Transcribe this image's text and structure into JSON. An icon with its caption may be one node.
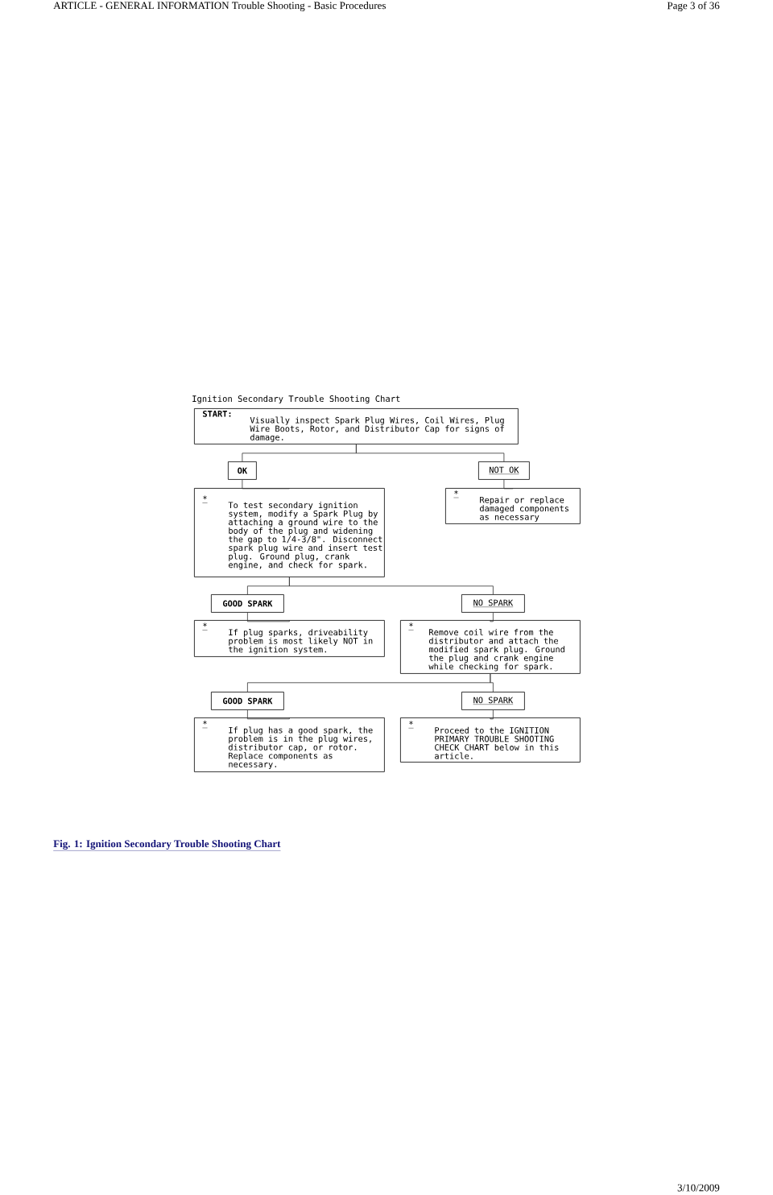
{
  "diagram": {
    "title": "Ignition Secondary Trouble Shooting Chart",
    "caption": "Fig. 1: Ignition Secondary Trouble Shooting Chart",
    "nodes": [
      {
        "text": [
          "START:",
          "Visually inspect Spark Plug Wires, Coil Wires, Plug Wire Boots, Rotor, and Distributor Cap for signs of damage."
        ]
      },
      {
        "text": [
          "OK"
        ]
      },
      {
        "text": [
          "NOT OK"
        ]
      },
      {
        "text": [
          "*",
          "To test secondary ignition system, modify a Spark Plug by attaching a ground wire to the body of the plug and widening the gap to 1/4-3/8\". Disconnect spark plug wire and insert test plug. Ground plug, crank engine, and check for spark."
        ]
      },
      {
        "text": [
          "*",
          "Repair or replace damaged components as necessary"
        ]
      },
      {
        "text": [
          "GOOD SPARK"
        ]
      },
      {
        "text": [
          "NO SPARK"
        ]
      },
      {
        "text": [
          "*",
          "If plug sparks, driveability problem is most likely NOT in the ignition system."
        ]
      },
      {
        "text": [
          "*",
          "Remove coil wire from the distributor and attach the modified spark plug. Ground the plug and crank engine while checking for spark."
        ]
      },
      {
        "text": [
          "GOOD SPARK"
        ]
      },
      {
        "text": [
          "NO SPARK"
        ]
      },
      {
        "text": [
          "*",
          "If plug has a good spark, the problem is in the plug wires, distributor cap, or rotor.  Replace components as necessary."
        ]
      },
      {
        "text": [
          "*",
          "Proceed to the IGNITION PRIMARY TROUBLE SHOOTING CHECK CHART below in this article."
        ]
      }
    ],
    "edges": [
      {
        "from": 0,
        "to": 1,
        "arrow": "none"
      },
      {
        "from": 0,
        "to": 2,
        "arrow": "none"
      },
      {
        "from": 1,
        "to": 3,
        "arrow": "none"
      },
      {
        "from": 2,
        "to": 4,
        "arrow": "none"
      },
      {
        "from": 3,
        "to": 5,
        "arrow": "none"
      },
      {
        "from": 3,
        "to": 6,
        "arrow": "none"
      },
      {
        "from": 5,
        "to": 7,
        "arrow": "none"
      },
      {
        "from": 6,
        "to": 8,
        "arrow": "none"
      },
      {
        "from": 8,
        "to": 9,
        "arrow": "none"
      },
      {
        "from": 8,
        "to": 10,
        "arrow": "none"
      },
      {
        "from": 9,
        "to": 11,
        "arrow": "none"
      },
      {
        "from": 10,
        "to": 12,
        "arrow": "none"
      }
    ],
    "labels": [
      "ARTICLE - GENERAL INFORMATION Trouble Shooting - Basic Procedures",
      "Page 3 of 36",
      "3/10/2009"
    ]
  }
}
